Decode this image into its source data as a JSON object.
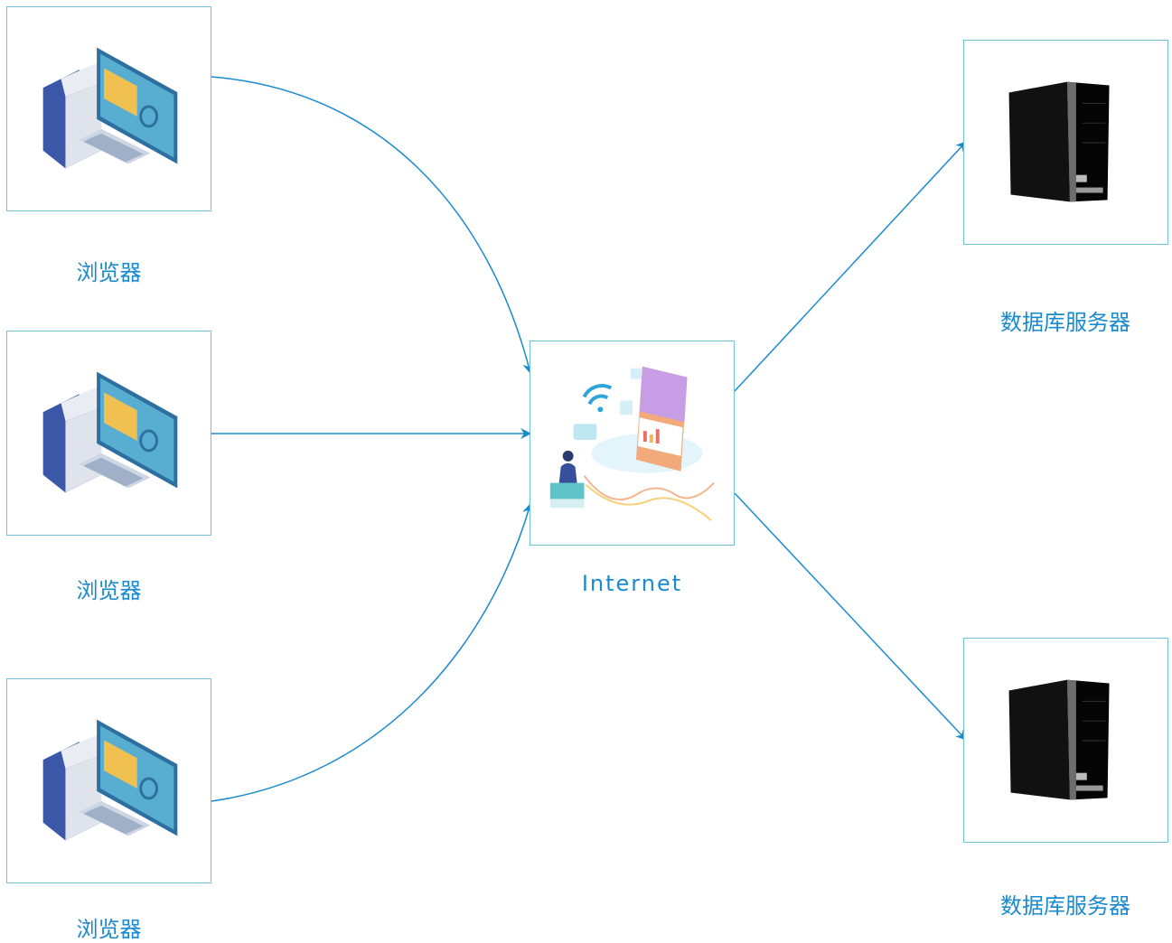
{
  "colors": {
    "accent": "#1a8ad0",
    "border": "#6fc3d6"
  },
  "browsers": [
    {
      "label": "浏览器",
      "icon": "desktop-computer-icon"
    },
    {
      "label": "浏览器",
      "icon": "desktop-computer-icon"
    },
    {
      "label": "浏览器",
      "icon": "desktop-computer-icon"
    }
  ],
  "internet": {
    "label": "Internet",
    "icon": "internet-illustration-icon"
  },
  "servers": [
    {
      "label": "数据库服务器",
      "icon": "tower-server-icon"
    },
    {
      "label": "数据库服务器",
      "icon": "tower-server-icon"
    }
  ]
}
